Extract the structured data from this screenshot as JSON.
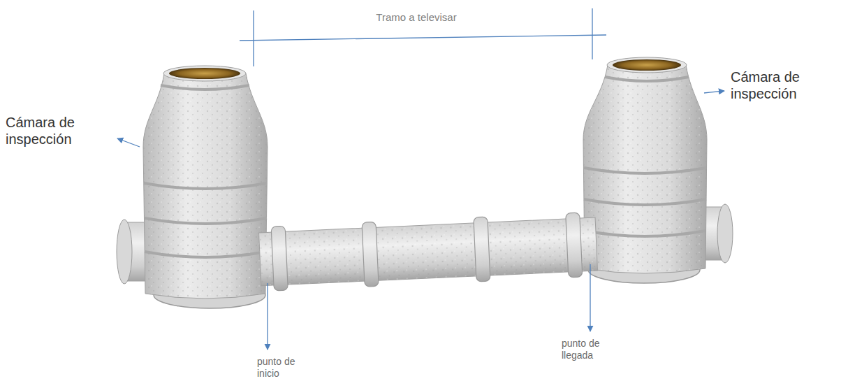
{
  "diagram": {
    "labels": [
      "Tramo a televisar",
      "Cámara de inspección",
      "Cámara de inspección",
      "punto de inicio",
      "punto de llegada"
    ]
  }
}
